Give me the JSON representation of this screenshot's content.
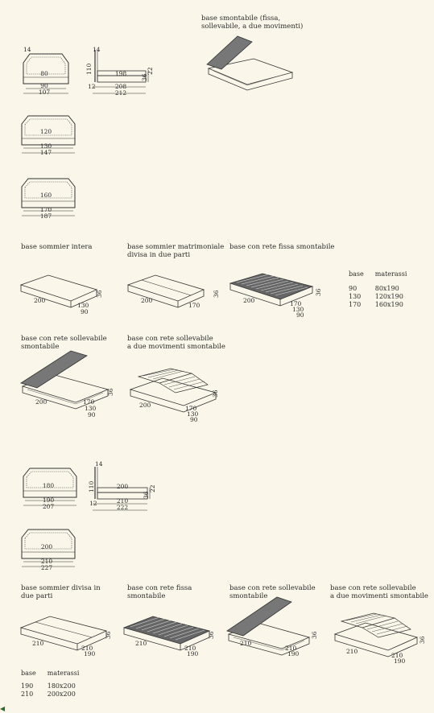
{
  "labels": {
    "base_smontabile": "base smontabile (fissa,\nsollevabile, a due movimenti)",
    "sommier_intera": "base sommier intera",
    "sommier_matrimoniale": "base sommier matrimoniale\ndivisa in due parti",
    "rete_fissa_1": "base con rete fissa smontabile",
    "rete_sollevabile_1": "base con rete sollevabile\nsmontabile",
    "rete_due_mov_1": "base con rete sollevabile\na due movimenti smontabile",
    "sommier_divisa": "base sommier divisa in\ndue parti",
    "rete_fissa_2": "base con rete fissa\nsmontabile",
    "rete_sollevabile_2": "base con rete sollevabile\nsmontabile",
    "rete_due_mov_2": "base con rete sollevabile\na due movimenti smontabile"
  },
  "dims": {
    "h14a": "14",
    "w80": "80",
    "w90": "90",
    "w107": "107",
    "h14b": "14",
    "h110a": "110",
    "d198": "198",
    "h22a": "22",
    "h36a": "36",
    "d12a": "12",
    "d208": "208",
    "d212": "212",
    "w120": "120",
    "w130": "130",
    "w147": "147",
    "w160": "160",
    "w170": "170",
    "w187": "187",
    "s1_200": "200",
    "s1_130": "130",
    "s1_90": "90",
    "s1_36": "36",
    "s2_200": "200",
    "s2_170": "170",
    "s2_36": "36",
    "s3_200": "200",
    "s3_170": "170",
    "s3_130": "130",
    "s3_90": "90",
    "s3_36": "36",
    "s4_200": "200",
    "s4_170": "170",
    "s4_130": "130",
    "s4_90": "90",
    "s4_36": "36",
    "s5_200": "200",
    "s5_170": "170",
    "s5_130": "130",
    "s5_90": "90",
    "s5_36": "36",
    "w180": "180",
    "w190": "190",
    "w207": "207",
    "h14c": "14",
    "h110b": "110",
    "d200": "200",
    "h22b": "22",
    "h36b": "36",
    "d12b": "12",
    "d210": "210",
    "d222": "222",
    "w200": "200",
    "w210": "210",
    "w227": "227",
    "t1_210": "210",
    "t1_210b": "210",
    "t1_190": "190",
    "t1_36": "36",
    "t2_210": "210",
    "t2_210b": "210",
    "t2_190": "190",
    "t2_36": "36",
    "t3_210": "210",
    "t3_210b": "210",
    "t3_190": "190",
    "t3_36": "36",
    "t4_210": "210",
    "t4_210b": "210",
    "t4_190": "190",
    "t4_36": "36"
  },
  "table1": {
    "headers": [
      "base",
      "materassi"
    ],
    "rows": [
      [
        "90",
        "80x190"
      ],
      [
        "130",
        "120x190"
      ],
      [
        "170",
        "160x190"
      ]
    ]
  },
  "table2": {
    "headers": [
      "base",
      "materassi"
    ],
    "rows": [
      [
        "190",
        "180x200"
      ],
      [
        "210",
        "200x200"
      ]
    ]
  }
}
